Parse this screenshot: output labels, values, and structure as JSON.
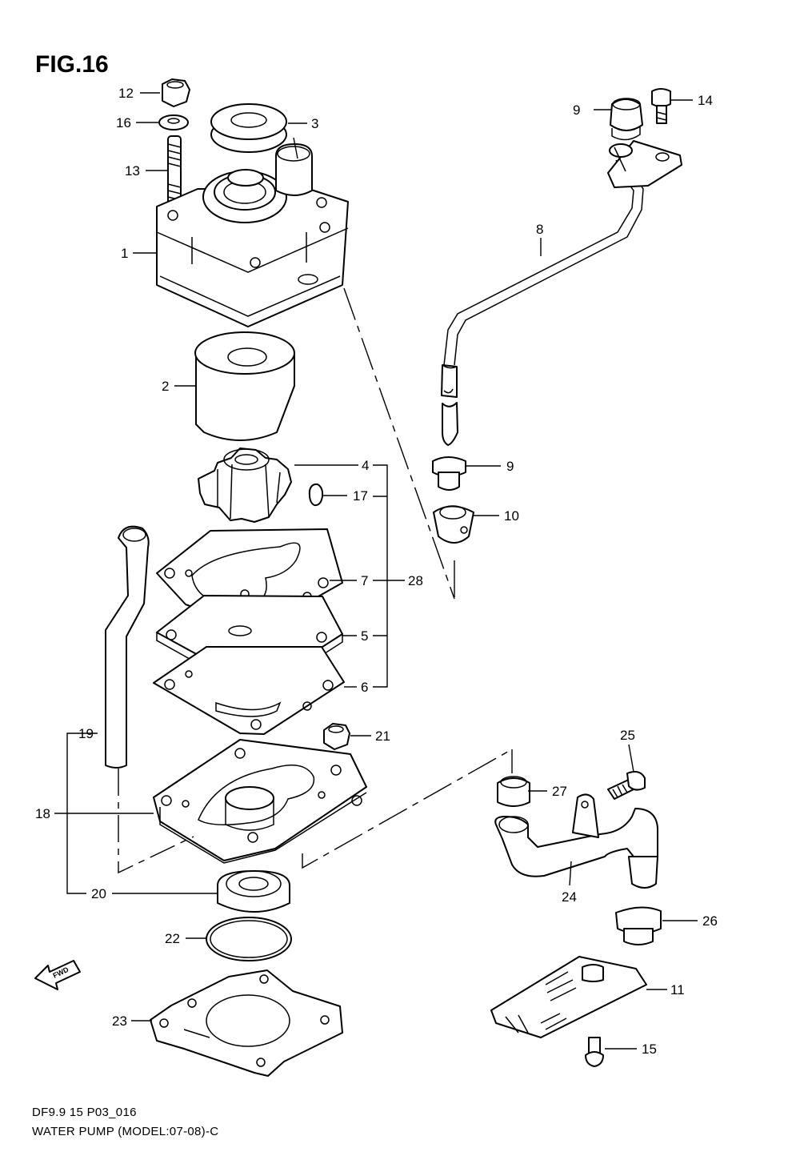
{
  "figure": {
    "title": "FIG.16"
  },
  "footer": {
    "code": "DF9.9 15 P03_016",
    "caption": "WATER PUMP (MODEL:07-08)-C"
  },
  "fwd_arrow": {
    "label": "FWD"
  },
  "callouts": [
    "1",
    "2",
    "3",
    "4",
    "5",
    "6",
    "7",
    "8",
    "9",
    "9",
    "10",
    "11",
    "12",
    "13",
    "14",
    "15",
    "16",
    "17",
    "18",
    "19",
    "20",
    "21",
    "22",
    "23",
    "24",
    "25",
    "26",
    "27",
    "28"
  ]
}
